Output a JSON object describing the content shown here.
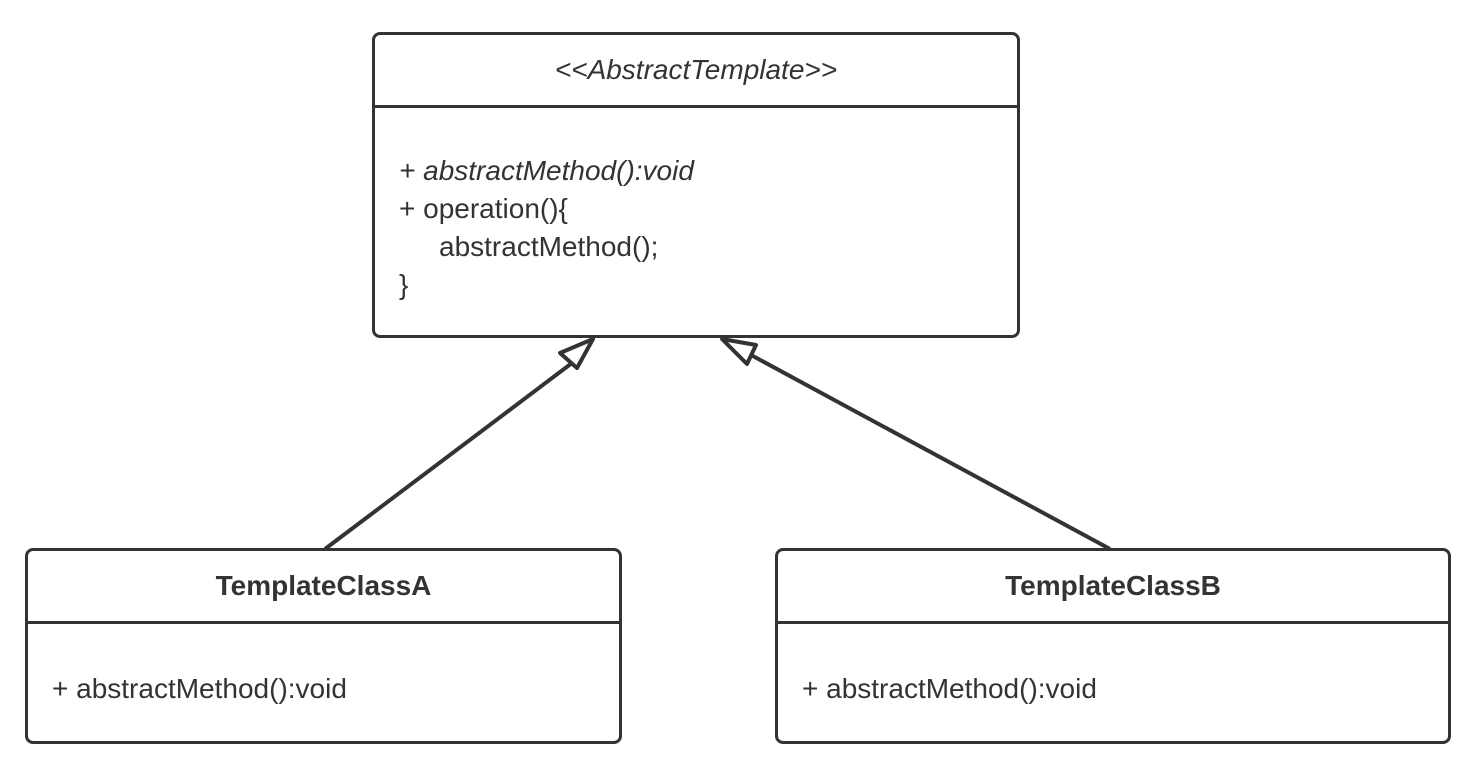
{
  "abstract_class": {
    "name": "<<AbstractTemplate>>",
    "methods": [
      "+ abstractMethod():void",
      "+ operation(){",
      "abstractMethod();",
      "}"
    ]
  },
  "class_a": {
    "name": "TemplateClassA",
    "methods": [
      "+ abstractMethod():void"
    ]
  },
  "class_b": {
    "name": "TemplateClassB",
    "methods": [
      "+ abstractMethod():void"
    ]
  },
  "colors": {
    "stroke": "#333333",
    "background": "#ffffff"
  },
  "relations": [
    {
      "type": "generalization",
      "from": "TemplateClassA",
      "to": "AbstractTemplate"
    },
    {
      "type": "generalization",
      "from": "TemplateClassB",
      "to": "AbstractTemplate"
    }
  ]
}
